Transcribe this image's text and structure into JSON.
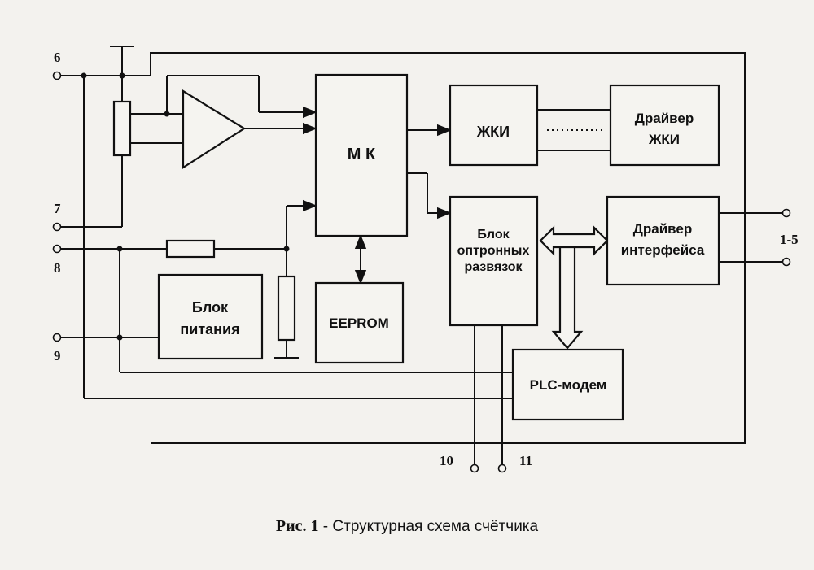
{
  "blocks": {
    "mk": "М К",
    "zhki": "ЖКИ",
    "driver_zhki_1": "Драйвер",
    "driver_zhki_2": "ЖКИ",
    "driver_if_1": "Драйвер",
    "driver_if_2": "интерфейса",
    "optron_1": "Блок",
    "optron_2": "оптронных",
    "optron_3": "развязок",
    "power_1": "Блок",
    "power_2": "питания",
    "eeprom": "EEPROM",
    "plc": "PLC-модем"
  },
  "pins": {
    "p6": "6",
    "p7": "7",
    "p8": "8",
    "p9": "9",
    "p10": "10",
    "p11": "11",
    "p15": "1-5"
  },
  "caption": {
    "label": "Рис. 1",
    "text": " - Структурная схема счётчика"
  }
}
